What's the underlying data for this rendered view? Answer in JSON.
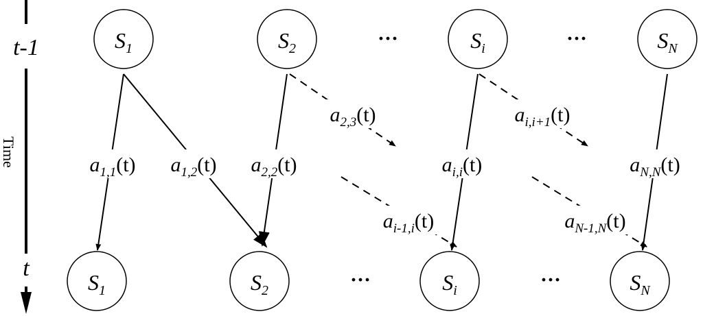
{
  "time_axis": {
    "label": "Time",
    "top_label": "t-1",
    "bottom_label": "t"
  },
  "top_row": {
    "states": [
      {
        "base": "S",
        "sub": "1"
      },
      {
        "base": "S",
        "sub": "2"
      },
      {
        "base": "S",
        "sub": "i"
      },
      {
        "base": "S",
        "sub": "N"
      }
    ],
    "ellipses": [
      "···",
      "···"
    ]
  },
  "bottom_row": {
    "states": [
      {
        "base": "S",
        "sub": "1"
      },
      {
        "base": "S",
        "sub": "2"
      },
      {
        "base": "S",
        "sub": "i"
      },
      {
        "base": "S",
        "sub": "N"
      }
    ],
    "ellipses": [
      "···",
      "···"
    ]
  },
  "transitions": {
    "a11": {
      "base": "a",
      "sub": "1,1",
      "arg": "(t)"
    },
    "a12": {
      "base": "a",
      "sub": "1,2",
      "arg": "(t)"
    },
    "a22": {
      "base": "a",
      "sub": "2,2",
      "arg": "(t)"
    },
    "a23": {
      "base": "a",
      "sub": "2,3",
      "arg": "(t)"
    },
    "aii": {
      "base": "a",
      "sub": "i,i",
      "arg": "(t)"
    },
    "aii1": {
      "base": "a",
      "sub": "i,i+1",
      "arg": "(t)"
    },
    "ai1i": {
      "base": "a",
      "sub": "i-1,i",
      "arg": "(t)"
    },
    "aNN": {
      "base": "a",
      "sub": "N,N",
      "arg": "(t)"
    },
    "aN1N": {
      "base": "a",
      "sub": "N-1,N",
      "arg": "(t)"
    }
  }
}
